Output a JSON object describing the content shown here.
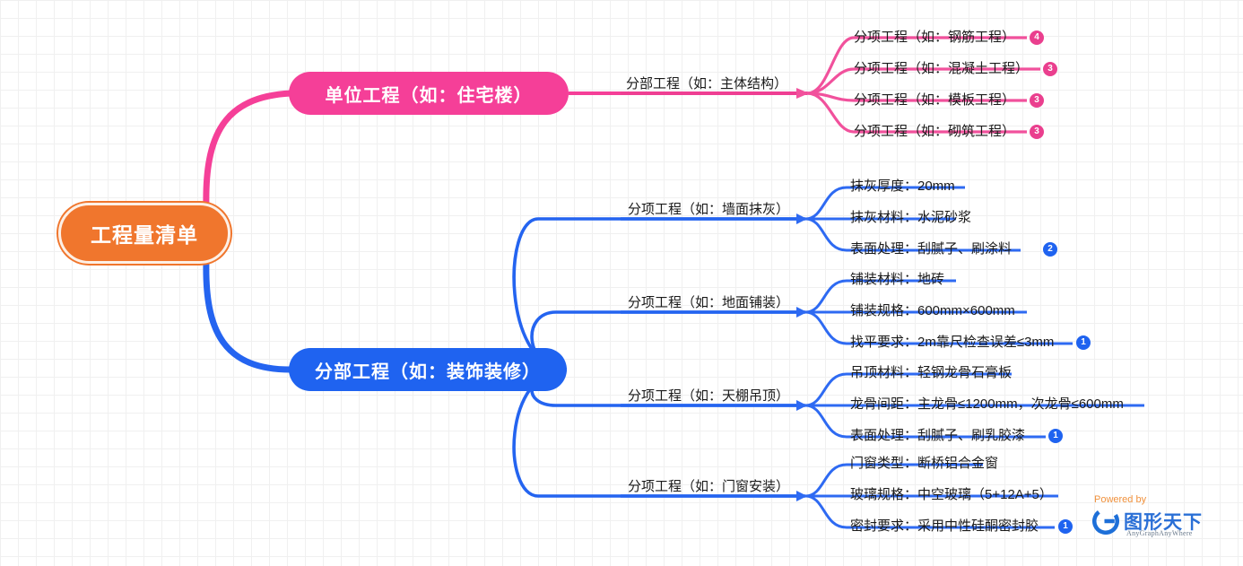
{
  "root": {
    "label": "工程量清单",
    "color": "#f0762d"
  },
  "branches": [
    {
      "id": "unit-engineering",
      "label": "单位工程（如：住宅楼）",
      "color": "#f53f98",
      "children": [
        {
          "label": "分部工程（如：主体结构）",
          "children": [
            {
              "label": "分项工程（如：钢筋工程）",
              "badge": "4"
            },
            {
              "label": "分项工程（如：混凝土工程）",
              "badge": "3"
            },
            {
              "label": "分项工程（如：模板工程）",
              "badge": "3"
            },
            {
              "label": "分项工程（如：砌筑工程）",
              "badge": "3"
            }
          ]
        }
      ]
    },
    {
      "id": "sub-engineering",
      "label": "分部工程（如：装饰装修）",
      "color": "#1f63f0",
      "children": [
        {
          "label": "分项工程（如：墙面抹灰）",
          "children": [
            {
              "label": "抹灰厚度：20mm",
              "badge": ""
            },
            {
              "label": "抹灰材料：水泥砂浆",
              "badge": ""
            },
            {
              "label": "表面处理：刮腻子、刷涂料",
              "badge": "2"
            }
          ]
        },
        {
          "label": "分项工程（如：地面铺装）",
          "children": [
            {
              "label": "铺装材料：地砖",
              "badge": ""
            },
            {
              "label": "铺装规格：600mm×600mm",
              "badge": ""
            },
            {
              "label": "找平要求：2m靠尺检查误差≤3mm",
              "badge": "1"
            }
          ]
        },
        {
          "label": "分项工程（如：天棚吊顶）",
          "children": [
            {
              "label": "吊顶材料：轻钢龙骨石膏板",
              "badge": ""
            },
            {
              "label": "龙骨间距：主龙骨≤1200mm，次龙骨≤600mm",
              "badge": ""
            },
            {
              "label": "表面处理：刮腻子、刷乳胶漆",
              "badge": "1"
            }
          ]
        },
        {
          "label": "分项工程（如：门窗安装）",
          "children": [
            {
              "label": "门窗类型：断桥铝合金窗",
              "badge": ""
            },
            {
              "label": "玻璃规格：中空玻璃（5+12A+5）",
              "badge": ""
            },
            {
              "label": "密封要求：采用中性硅酮密封胶",
              "badge": "1"
            }
          ]
        }
      ]
    }
  ],
  "watermark": {
    "powered_by": "Powered by",
    "brand_cn": "图形天下",
    "brand_en": "AnyGraphAnyWhere",
    "logo_letter": "G"
  }
}
